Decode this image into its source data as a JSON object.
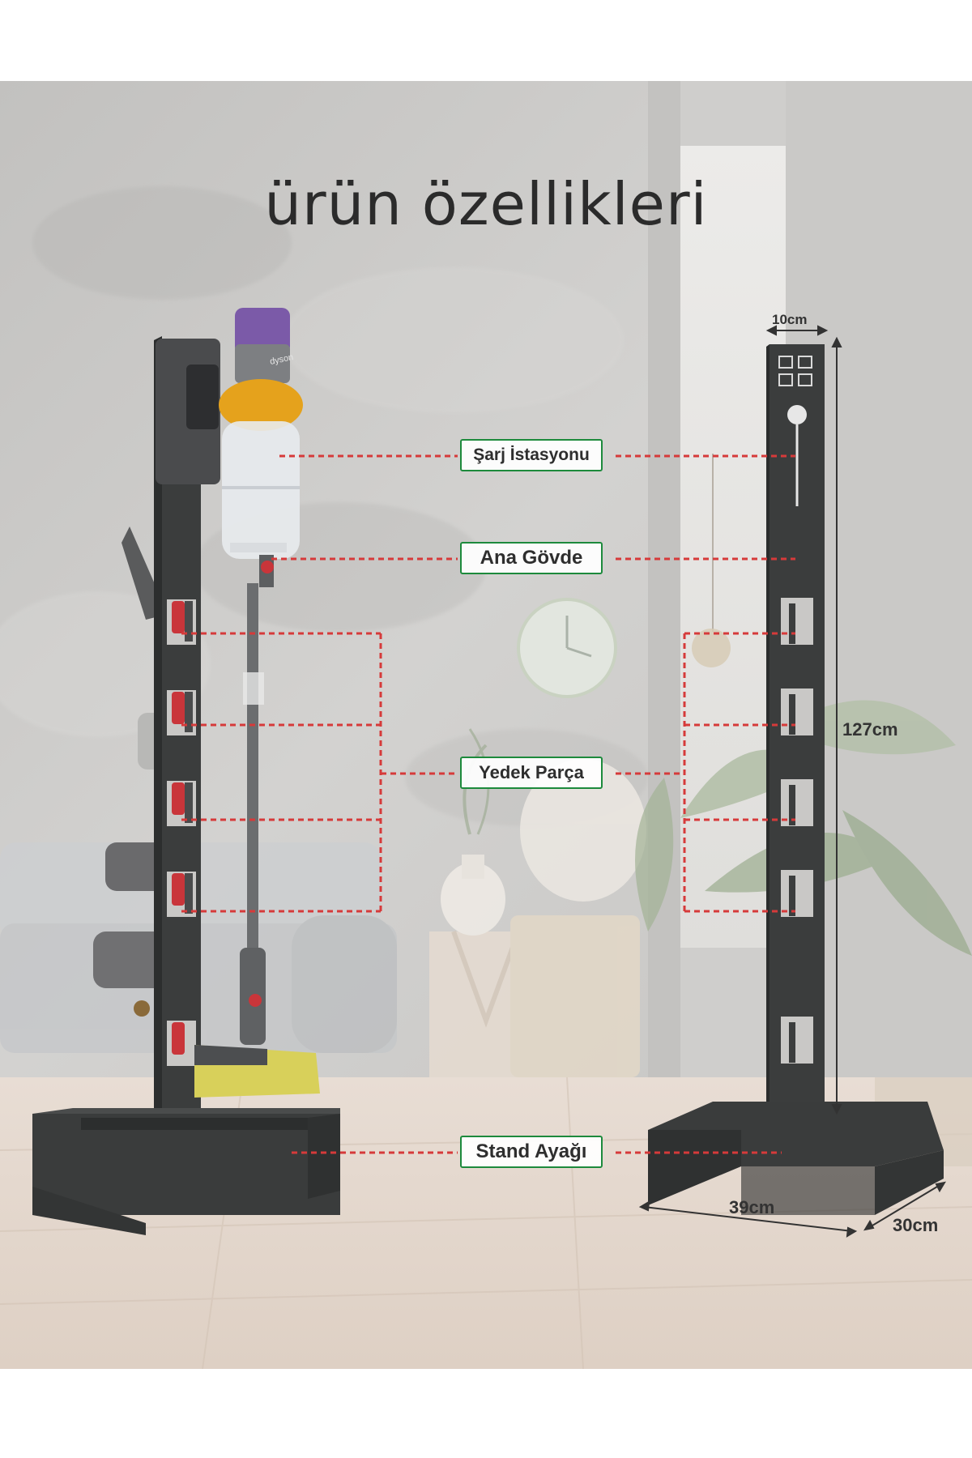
{
  "page": {
    "title": "ürün özellikleri"
  },
  "callouts": {
    "charging_station": "Şarj İstasyonu",
    "main_body": "Ana Gövde",
    "spare_parts": "Yedek Parça",
    "stand_foot": "Stand Ayağı"
  },
  "dimensions": {
    "width": "10cm",
    "height": "127cm",
    "base_length": "39cm",
    "base_depth": "30cm"
  },
  "product": {
    "vacuum_brand_text": "dyson"
  },
  "colors": {
    "stand": "#3b3d3d",
    "callout_border": "#1d8a3c",
    "leader_line": "#d63a3a",
    "vacuum_accent": "#e5a21c",
    "vacuum_bin_cap": "#7b5aa8",
    "background_wall": "#c9c8c6",
    "floor": "#e2d6cc"
  },
  "icons": [
    "vacuum-cleaner",
    "wall-clock",
    "robot-vacuum",
    "plant",
    "vase"
  ]
}
